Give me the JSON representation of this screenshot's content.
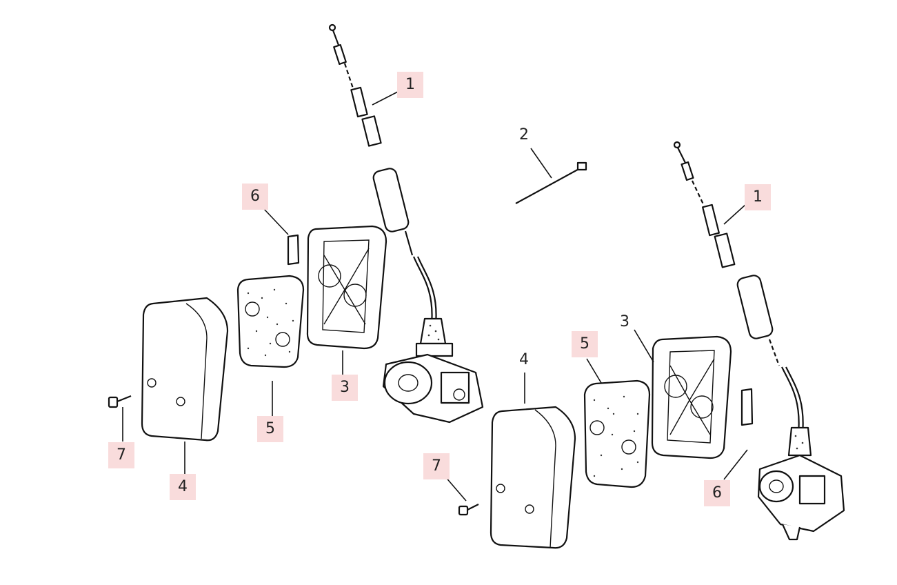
{
  "callouts": {
    "left": {
      "c1": "1",
      "c3": "3",
      "c4": "4",
      "c5": "5",
      "c6": "6",
      "c7": "7"
    },
    "center": {
      "c2": "2"
    },
    "right": {
      "c1": "1",
      "c3": "3",
      "c4": "4",
      "c5": "5",
      "c6": "6",
      "c7": "7"
    }
  },
  "colors": {
    "highlight": "#f9dcdc",
    "line": "#111111",
    "background": "#ffffff"
  }
}
